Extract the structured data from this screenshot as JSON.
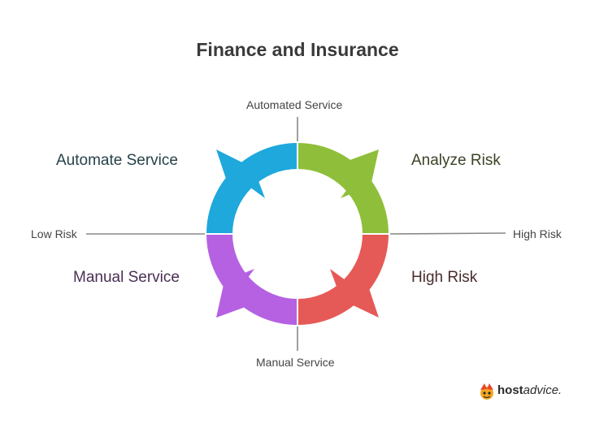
{
  "title": "Finance and Insurance",
  "axes": {
    "top": "Automated Service",
    "bottom": "Manual Service",
    "left": "Low Risk",
    "right": "High Risk"
  },
  "quadrants": {
    "top_left": {
      "label": "Automate Service",
      "color": "#1EA8DC"
    },
    "top_right": {
      "label": "Analyze Risk",
      "color": "#8FBF3A"
    },
    "bottom_right": {
      "label": "High Risk",
      "color": "#E55A56"
    },
    "bottom_left": {
      "label": "Manual Service",
      "color": "#B561E2"
    }
  },
  "logo": {
    "bold": "host",
    "rest": "advice."
  }
}
